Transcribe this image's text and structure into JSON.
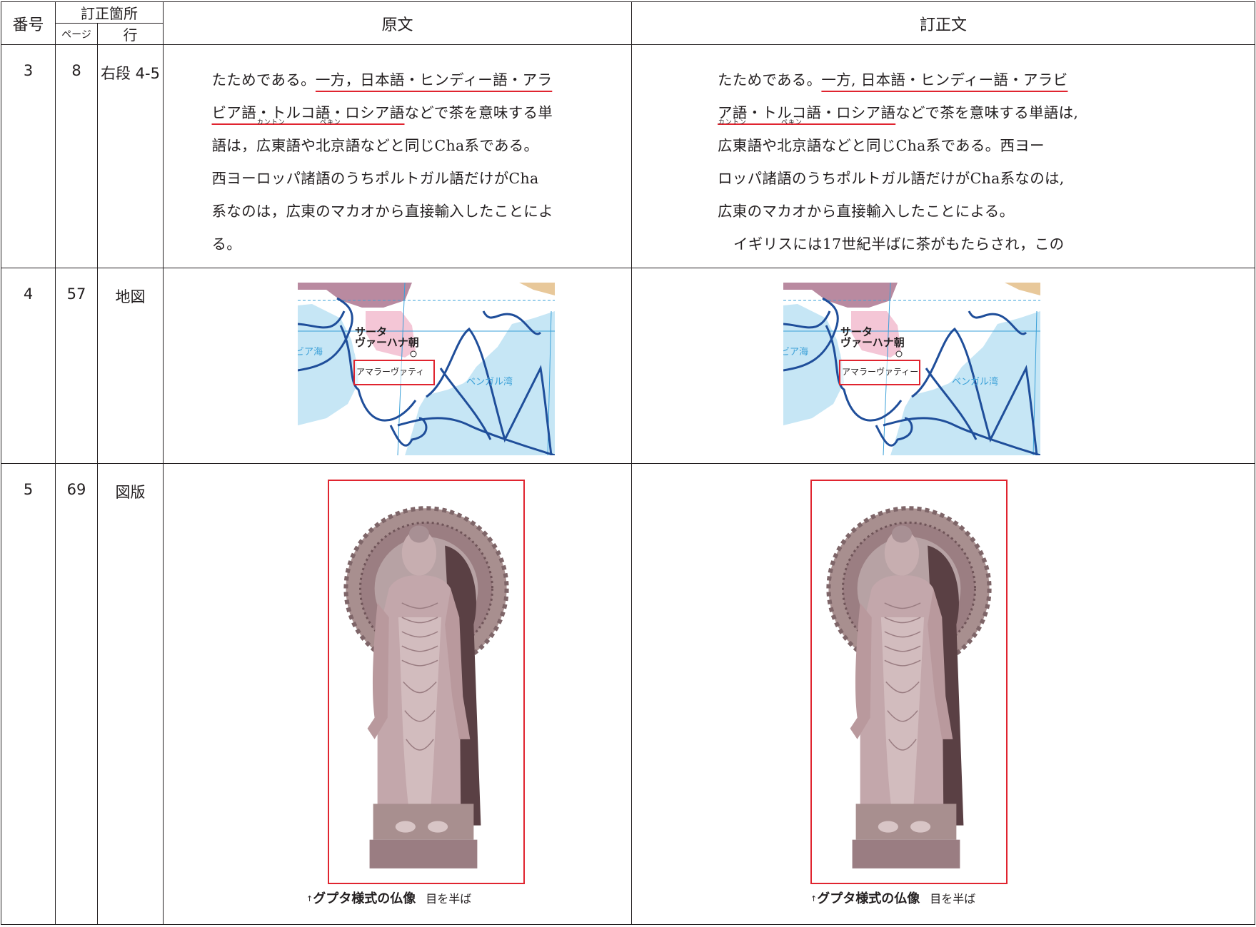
{
  "header": {
    "number": "番号",
    "location": "訂正箇所",
    "page": "ページ",
    "line": "行",
    "original": "原文",
    "corrected": "訂正文"
  },
  "rows": [
    {
      "number": "3",
      "page": "8",
      "line": "右段 4-5",
      "original": {
        "pre": "たためである。",
        "underlined_1": "一方，日本語・ヒンディー語・アラ",
        "underlined_2": "ビア語・トルコ語・ロシア語",
        "post_2": "などで茶を意味する単",
        "line_3_a": "語は，",
        "ruby_1_base": "広東",
        "ruby_1_text": "カントン",
        "line_3_b": "語や",
        "ruby_2_base": "北京",
        "ruby_2_text": "ペキン",
        "line_3_c": "語などと同じCha系である。",
        "line_4": "西ヨーロッパ諸語のうちポルトガル語だけがCha",
        "line_5": "系なのは，広東のマカオから直接輸入したことによ",
        "line_6": "る。"
      },
      "corrected": {
        "pre": "たためである。",
        "underlined_1": "一方, 日本語・ヒンディー語・アラビ",
        "underlined_2": "ア語・トルコ語・ロシア語",
        "post_2": "などで茶を意味する単語は,",
        "ruby_1_base": "広東",
        "ruby_1_text": "カントン",
        "line_3_b": "語や",
        "ruby_2_base": "北京",
        "ruby_2_text": "ペキン",
        "line_3_c": "語などと同じCha系である。西ヨー",
        "line_4": "ロッパ諸語のうちポルトガル語だけがCha系なのは,",
        "line_5": "広東のマカオから直接輸入したことによる。",
        "line_6": "イギリスには17世紀半ばに茶がもたらされ，この"
      }
    },
    {
      "number": "4",
      "page": "57",
      "line": "地図",
      "original_map": {
        "kingdom_1": "サータ",
        "kingdom_2": "ヴァーハナ朝",
        "sea_left": "ビア海",
        "sea_right": "ベンガル湾",
        "box_label": "アマラーヴァティ"
      },
      "corrected_map": {
        "kingdom_1": "サータ",
        "kingdom_2": "ヴァーハナ朝",
        "sea_left": "ビア海",
        "sea_right": "ベンガル湾",
        "box_label": "アマラーヴァティー"
      }
    },
    {
      "number": "5",
      "page": "69",
      "line": "図版",
      "original_caption": {
        "icon": "↑",
        "title": "グプタ様式の仏像",
        "sub": "目を半ば"
      },
      "corrected_caption": {
        "icon": "↑",
        "title": "グプタ様式の仏像",
        "sub": "目を半ば"
      }
    }
  ],
  "colors": {
    "accent_red": "#e0242f",
    "border": "#231f20",
    "map_water": "#c6e6f5",
    "map_route": "#1f4e9a",
    "map_region": "#b98aa0"
  }
}
